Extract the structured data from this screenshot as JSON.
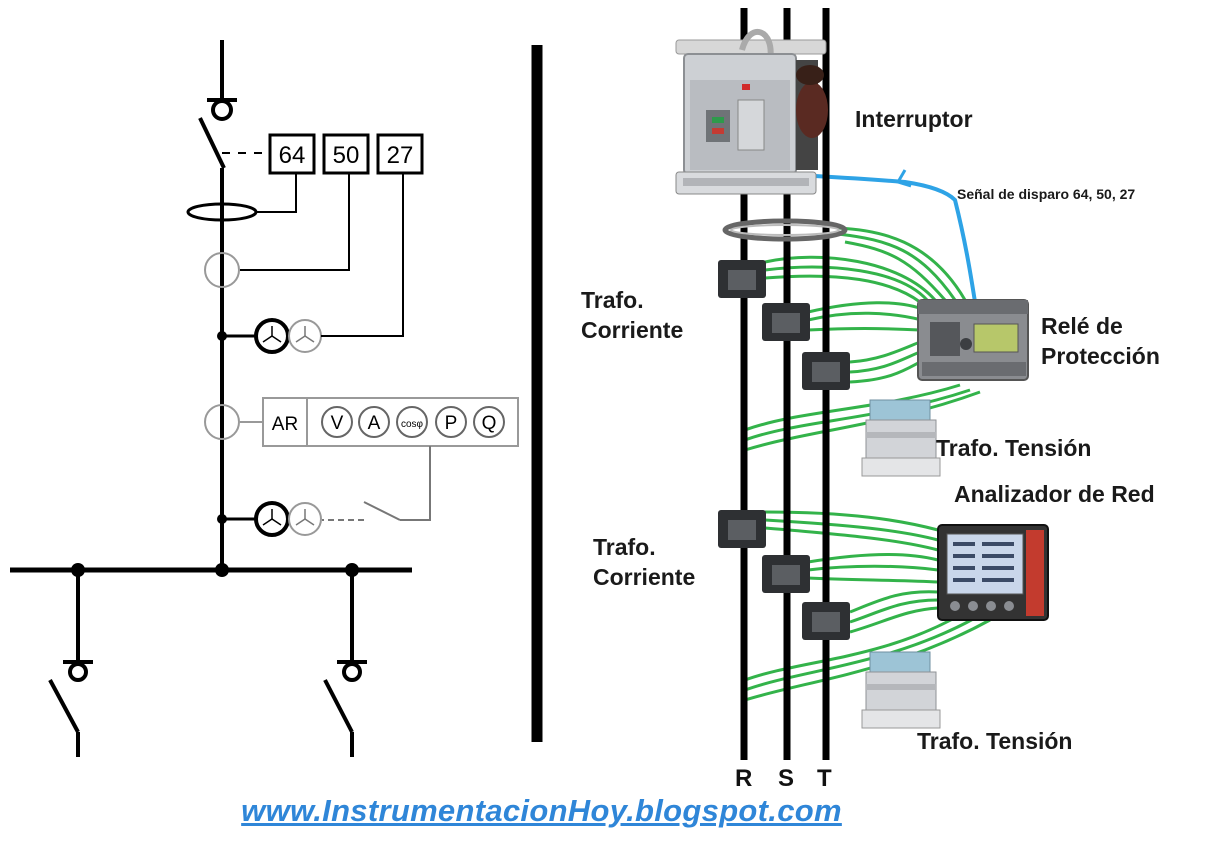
{
  "relay_codes": [
    "64",
    "50",
    "27"
  ],
  "meter_box": {
    "ar": "AR",
    "meters": [
      "V",
      "A",
      "cosφ",
      "P",
      "Q"
    ]
  },
  "phases": [
    "R",
    "S",
    "T"
  ],
  "labels": {
    "interruptor": "Interruptor",
    "senal_disparo": "Señal de disparo  64, 50, 27",
    "trafo_corriente_1": [
      "Trafo.",
      "Corriente"
    ],
    "rele": [
      "Relé de",
      "Protección"
    ],
    "trafo_tension_1": "Trafo. Tensión",
    "analizador": "Analizador de Red",
    "trafo_corriente_2": [
      "Trafo.",
      "Corriente"
    ],
    "trafo_tension_2": "Trafo. Tensión"
  },
  "website": "www.InstrumentacionHoy.blogspot.com",
  "colors": {
    "wire": "#33b34a",
    "trip_signal": "#2ea3e6",
    "url": "#2f86d8",
    "line": "#000000"
  }
}
